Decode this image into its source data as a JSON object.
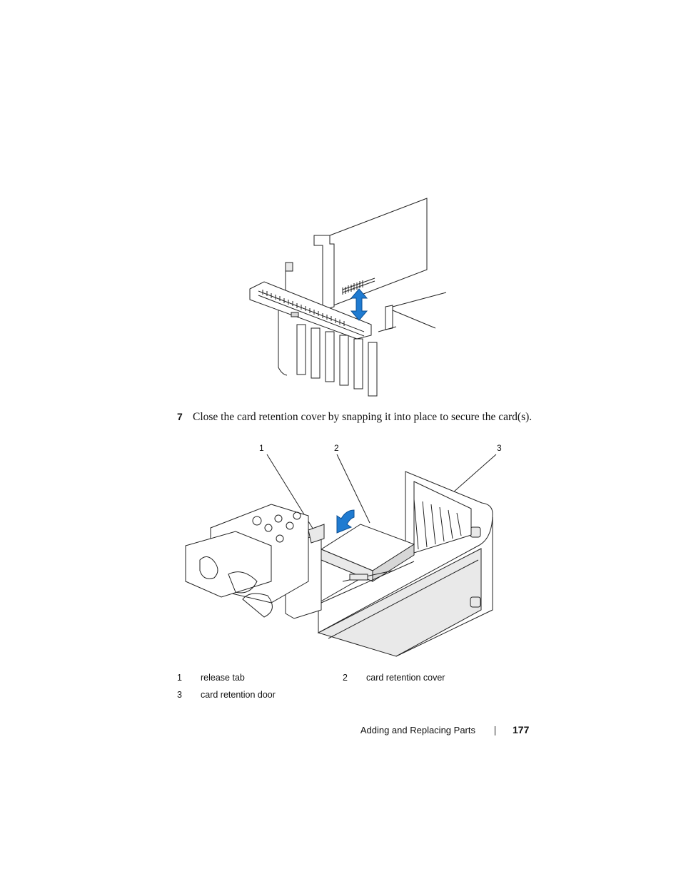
{
  "step": {
    "number": "7",
    "text": "Close the card retention cover by snapping it into place to secure the card(s)."
  },
  "callouts": [
    "1",
    "2",
    "3"
  ],
  "legend": [
    {
      "num": "1",
      "label": "release tab"
    },
    {
      "num": "2",
      "label": "card retention cover"
    },
    {
      "num": "3",
      "label": "card retention door"
    }
  ],
  "footer": {
    "section": "Adding and Replacing Parts",
    "page": "177"
  },
  "colors": {
    "arrow": "#1f7bd1",
    "line": "#222222"
  }
}
